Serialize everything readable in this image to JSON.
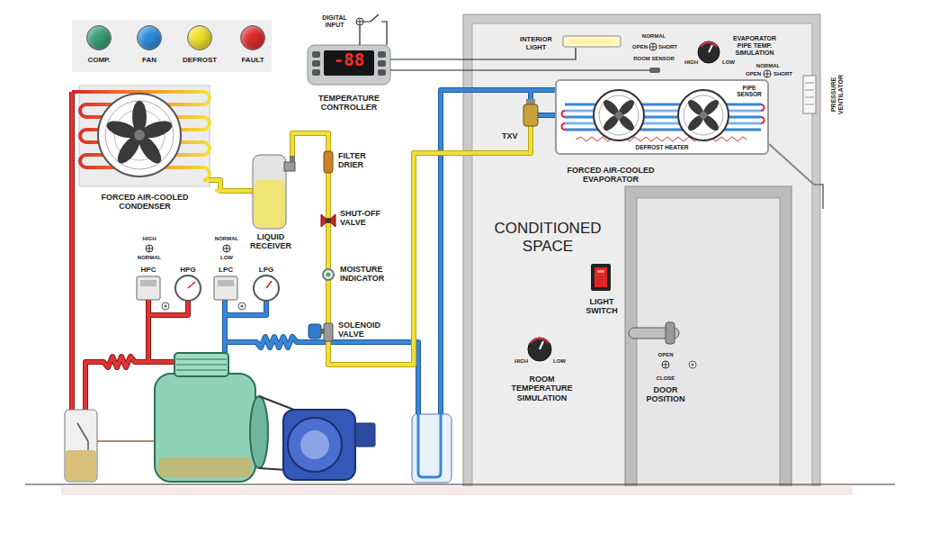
{
  "diagram": {
    "nodes": [
      {
        "text": [
          "FORCED AIR-COOLED CONDENSER"
        ]
      },
      {
        "text": [
          "LIQUID RECEIVER"
        ]
      },
      {
        "text": [
          "FILTER DRIER"
        ]
      },
      {
        "text": [
          "SHUT-OFF VALVE"
        ]
      },
      {
        "text": [
          "MOISTURE INDICATOR"
        ]
      },
      {
        "text": [
          "SOLENOID VALVE"
        ]
      },
      {
        "text": [
          "-88",
          "TEMPERATURE CONTROLLER"
        ]
      },
      {
        "text": [
          "CONDITIONED SPACE"
        ]
      },
      {
        "text": [
          "PIPE SENSOR",
          "DEFROST HEATER",
          "FORCED AIR-COOLED EVAPORATOR"
        ],
        "in": 7
      },
      {
        "text": [
          "TXV"
        ],
        "in": 7
      },
      {
        "text": [
          "LIGHT SWITCH"
        ],
        "in": 7
      },
      {
        "text": [
          "HIGH",
          "LOW",
          "ROOM TEMPERATURE SIMULATION"
        ],
        "in": 7
      },
      {
        "text": [
          "OPEN",
          "CLOSE",
          "DOOR POSITION"
        ],
        "in": 7
      }
    ],
    "edges": [
      {
        "from": 0,
        "to": 1,
        "arrow": "none"
      },
      {
        "from": 1,
        "to": 2,
        "arrow": "none"
      },
      {
        "from": 2,
        "to": 3,
        "arrow": "none"
      },
      {
        "from": 3,
        "to": 4,
        "arrow": "none"
      },
      {
        "from": 4,
        "to": 5,
        "arrow": "none"
      },
      {
        "from": 5,
        "to": 9,
        "arrow": "none"
      },
      {
        "from": 9,
        "to": 8,
        "arrow": "none"
      }
    ],
    "labels": [
      "DIGITAL INPUT",
      "INTERIOR LIGHT",
      "NORMAL",
      "OPEN",
      "SHORT",
      "ROOM SENSOR",
      "EVAPORATOR PIPE TEMP. SIMULATION",
      "HIGH",
      "LOW",
      "NORMAL",
      "OPEN",
      "SHORT",
      "PRESSURE VENTILATOR",
      "HIGH",
      "NORMAL",
      "HPC",
      "HPG",
      "NORMAL",
      "LOW",
      "LPC",
      "LPG"
    ],
    "legend": [
      {
        "text": "COMP.",
        "color": "#3a9e78"
      },
      {
        "text": "FAN",
        "color": "#2d8ee0"
      },
      {
        "text": "DEFROST",
        "color": "#f3e12b"
      },
      {
        "text": "FAULT",
        "color": "#e02c2c"
      }
    ]
  }
}
